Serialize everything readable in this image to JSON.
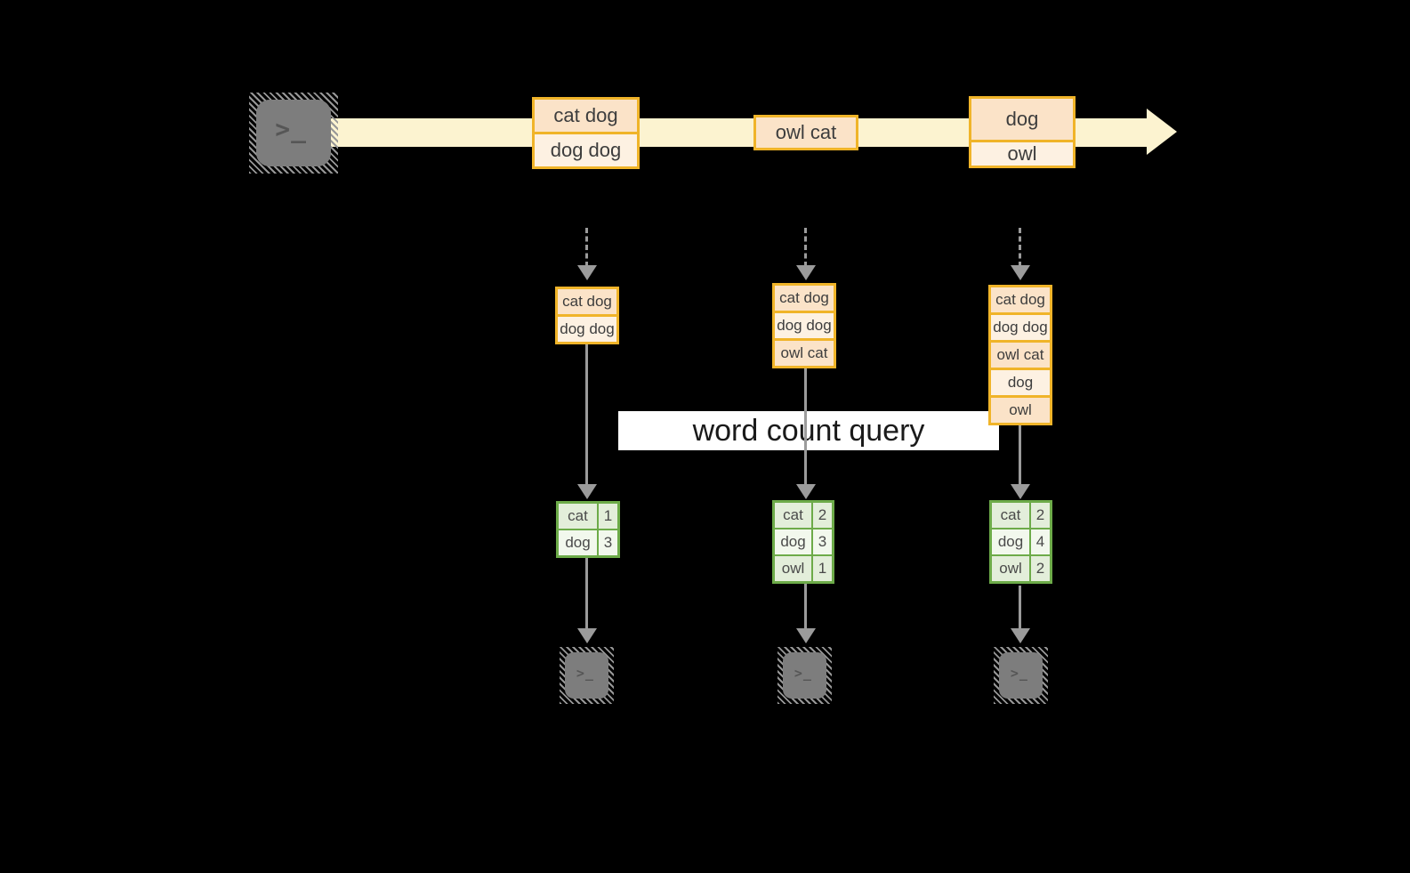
{
  "diagram": {
    "query_label": "word count query",
    "icons": {
      "prompt_glyph": ">_"
    },
    "stream": {
      "events": [
        {
          "cells": [
            "cat dog",
            "dog dog"
          ]
        },
        {
          "cells": [
            "owl cat"
          ]
        },
        {
          "cells": [
            "dog",
            "owl"
          ]
        }
      ]
    },
    "windows": [
      {
        "cells": [
          "cat dog",
          "dog dog"
        ]
      },
      {
        "cells": [
          "cat dog",
          "dog dog",
          "owl cat"
        ]
      },
      {
        "cells": [
          "cat dog",
          "dog dog",
          "owl cat",
          "dog",
          "owl"
        ]
      }
    ],
    "results": [
      {
        "rows": [
          {
            "word": "cat",
            "count": "1"
          },
          {
            "word": "dog",
            "count": "3"
          }
        ]
      },
      {
        "rows": [
          {
            "word": "cat",
            "count": "2"
          },
          {
            "word": "dog",
            "count": "3"
          },
          {
            "word": "owl",
            "count": "1"
          }
        ]
      },
      {
        "rows": [
          {
            "word": "cat",
            "count": "2"
          },
          {
            "word": "dog",
            "count": "4"
          },
          {
            "word": "owl",
            "count": "2"
          }
        ]
      }
    ],
    "colors": {
      "background": "#000000",
      "gold_border": "#f0b429",
      "cell_peach": "#fbe3c8",
      "cell_cream": "#fdf1e2",
      "stream_band": "#fcf3d0",
      "green_border": "#6dab49",
      "green_cell": "#e3eeda",
      "green_cell_light": "#f2f8ed",
      "arrow_gray": "#9b9b9b",
      "terminal_gray": "#7d7d7d",
      "query_box_bg": "#ffffff"
    }
  }
}
